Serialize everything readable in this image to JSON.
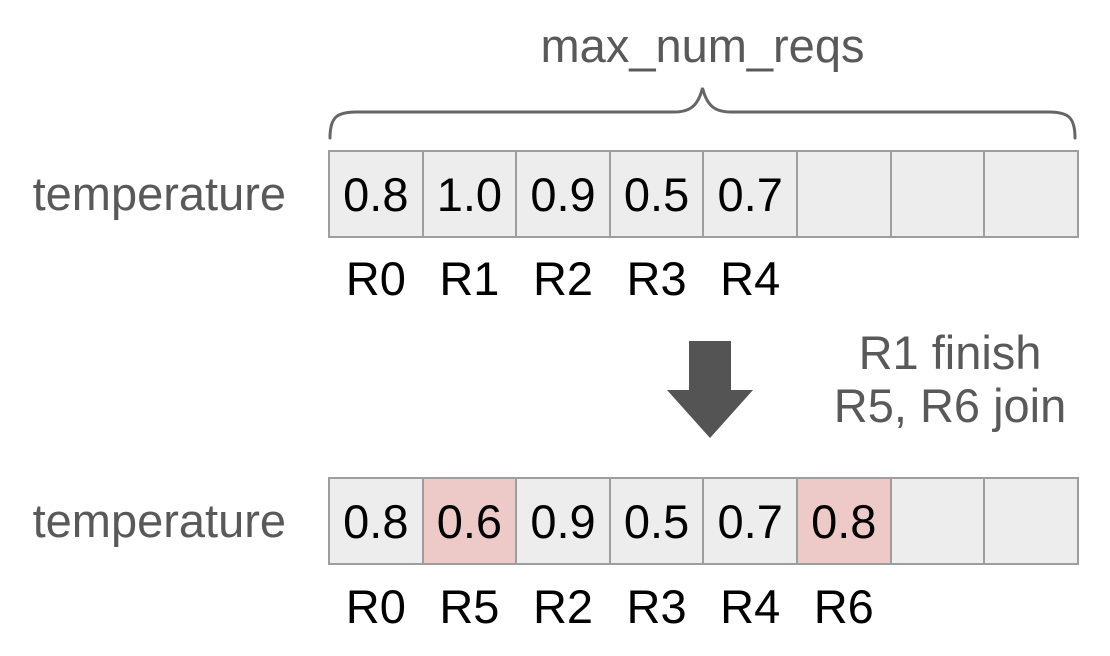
{
  "header": {
    "brace_label": "max_num_reqs"
  },
  "colors": {
    "cell_bg": "#ededed",
    "cell_highlight": "#edcac8",
    "cell_border": "#9e9e9e",
    "gray_text": "#595959",
    "arrow": "#545454",
    "value_text": "#000000"
  },
  "before": {
    "row_label": "temperature",
    "cells": [
      {
        "value": "0.8",
        "highlighted": false,
        "request": "R0"
      },
      {
        "value": "1.0",
        "highlighted": false,
        "request": "R1"
      },
      {
        "value": "0.9",
        "highlighted": false,
        "request": "R2"
      },
      {
        "value": "0.5",
        "highlighted": false,
        "request": "R3"
      },
      {
        "value": "0.7",
        "highlighted": false,
        "request": "R4"
      },
      {
        "value": "",
        "highlighted": false,
        "request": ""
      },
      {
        "value": "",
        "highlighted": false,
        "request": ""
      },
      {
        "value": "",
        "highlighted": false,
        "request": ""
      }
    ]
  },
  "transition": {
    "arrow_icon": "down-arrow",
    "line1": "R1 finish",
    "line2": "R5, R6 join"
  },
  "after": {
    "row_label": "temperature",
    "cells": [
      {
        "value": "0.8",
        "highlighted": false,
        "request": "R0"
      },
      {
        "value": "0.6",
        "highlighted": true,
        "request": "R5"
      },
      {
        "value": "0.9",
        "highlighted": false,
        "request": "R2"
      },
      {
        "value": "0.5",
        "highlighted": false,
        "request": "R3"
      },
      {
        "value": "0.7",
        "highlighted": false,
        "request": "R4"
      },
      {
        "value": "0.8",
        "highlighted": true,
        "request": "R6"
      },
      {
        "value": "",
        "highlighted": false,
        "request": ""
      },
      {
        "value": "",
        "highlighted": false,
        "request": ""
      }
    ]
  }
}
